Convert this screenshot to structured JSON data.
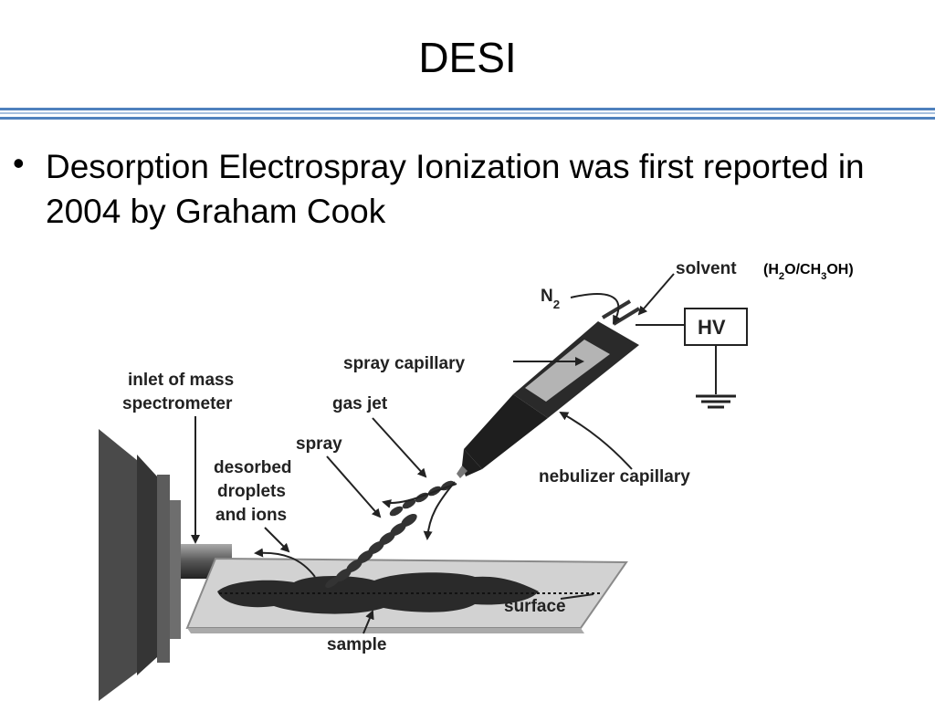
{
  "slide": {
    "title": "DESI",
    "bullet": "Desorption Electrospray Ionization was first reported in 2004 by Graham Cook"
  },
  "diagram": {
    "labels": {
      "solvent": "solvent",
      "solvent_formula": "(H2O/CH3OH)",
      "n2": "N2",
      "hv": "HV",
      "spray_capillary": "spray capillary",
      "inlet_line1": "inlet of mass",
      "inlet_line2": "spectrometer",
      "gas_jet": "gas jet",
      "spray": "spray",
      "desorbed_line1": "desorbed",
      "desorbed_line2": "droplets",
      "desorbed_line3": "and ions",
      "nebulizer_capillary": "nebulizer capillary",
      "surface": "surface",
      "sample": "sample"
    }
  },
  "colors": {
    "rule_blue": "#4f81bd",
    "rule_light": "#a7c0de"
  }
}
